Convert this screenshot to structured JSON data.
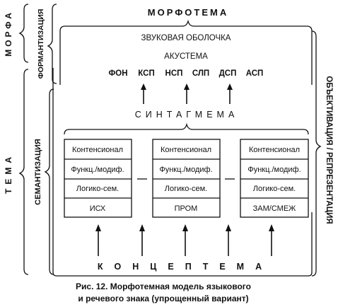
{
  "diagram": {
    "title": "МОРФОТЕМА",
    "sound_shell": "ЗВУКОВАЯ ОБОЛОЧКА",
    "acoustema": "АКУСТЕМА",
    "phonetic_units": [
      "ФОН",
      "КСП",
      "НСП",
      "СЛП",
      "ДСП",
      "АСП"
    ],
    "syntagmema": "СИНТАГМЕМА",
    "conceptema": "КОНЦЕПТЕМА",
    "blocks": [
      {
        "rows": [
          "Контенсионал",
          "Функц./модиф.",
          "Логико-сем.",
          "ИСХ"
        ]
      },
      {
        "rows": [
          "Контенсионал",
          "Функц./модиф.",
          "Логико-сем.",
          "ПРОМ"
        ]
      },
      {
        "rows": [
          "Контенсионал",
          "Функц./модиф.",
          "Логико-сем.",
          "ЗАМ/СМЕЖ"
        ]
      }
    ],
    "side_labels": {
      "morpha": "МОРФА",
      "formantization": "ФОРМАНТИЗАЦИЯ",
      "tema": "ТЕМА",
      "semantization": "СЕМАНТИЗАЦИЯ",
      "objectivation": "ОБЪЕКТИВАЦИЯ / РЕПРЕЗЕНТАЦИЯ"
    }
  },
  "caption": {
    "line1": "Рис. 12. Морфотемная модель языкового",
    "line2": "и речевого знака (упрощенный вариант)"
  }
}
